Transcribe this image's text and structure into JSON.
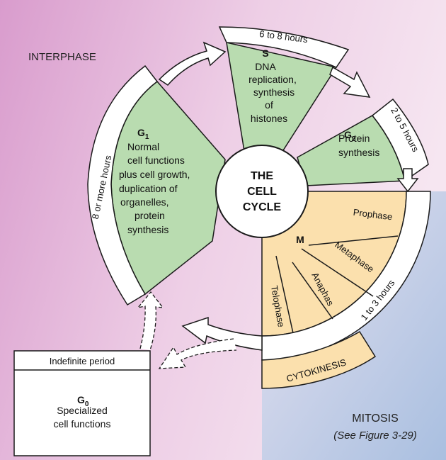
{
  "labels": {
    "interphase": "INTERPHASE",
    "mitosis": "MITOSIS",
    "mitosis_ref": "(See Figure 3-29)",
    "center": [
      "THE",
      "CELL",
      "CYCLE"
    ]
  },
  "phases": {
    "s": {
      "letter": "S",
      "desc": [
        "DNA",
        "replication,",
        "synthesis",
        "of",
        "histones"
      ],
      "duration": "6 to 8 hours"
    },
    "g2": {
      "letter": "G",
      "sub": "2",
      "desc": [
        "Protein",
        "synthesis"
      ],
      "duration": "2 to 5 hours"
    },
    "g1": {
      "letter": "G",
      "sub": "1",
      "desc": [
        "Normal",
        "cell functions",
        "plus cell growth,",
        "duplication of",
        "organelles,",
        "protein",
        "synthesis"
      ],
      "duration": "8 or more hours"
    },
    "m": {
      "letter": "M",
      "subphases": [
        "Prophase",
        "Metaphase",
        "Anaphas",
        "Telophase"
      ],
      "duration": "1 to 3 hours",
      "cytokinesis": "CYTOKINESIS"
    },
    "g0": {
      "header": "Indefinite period",
      "letter": "G",
      "sub": "0",
      "desc": [
        "Specialized",
        "cell functions"
      ]
    }
  },
  "colors": {
    "green": "#b9dcb0",
    "orange": "#fbe0ad",
    "pink": "#e9c3df",
    "blue": "#c6d0e6",
    "stroke": "#1a1a1a"
  }
}
